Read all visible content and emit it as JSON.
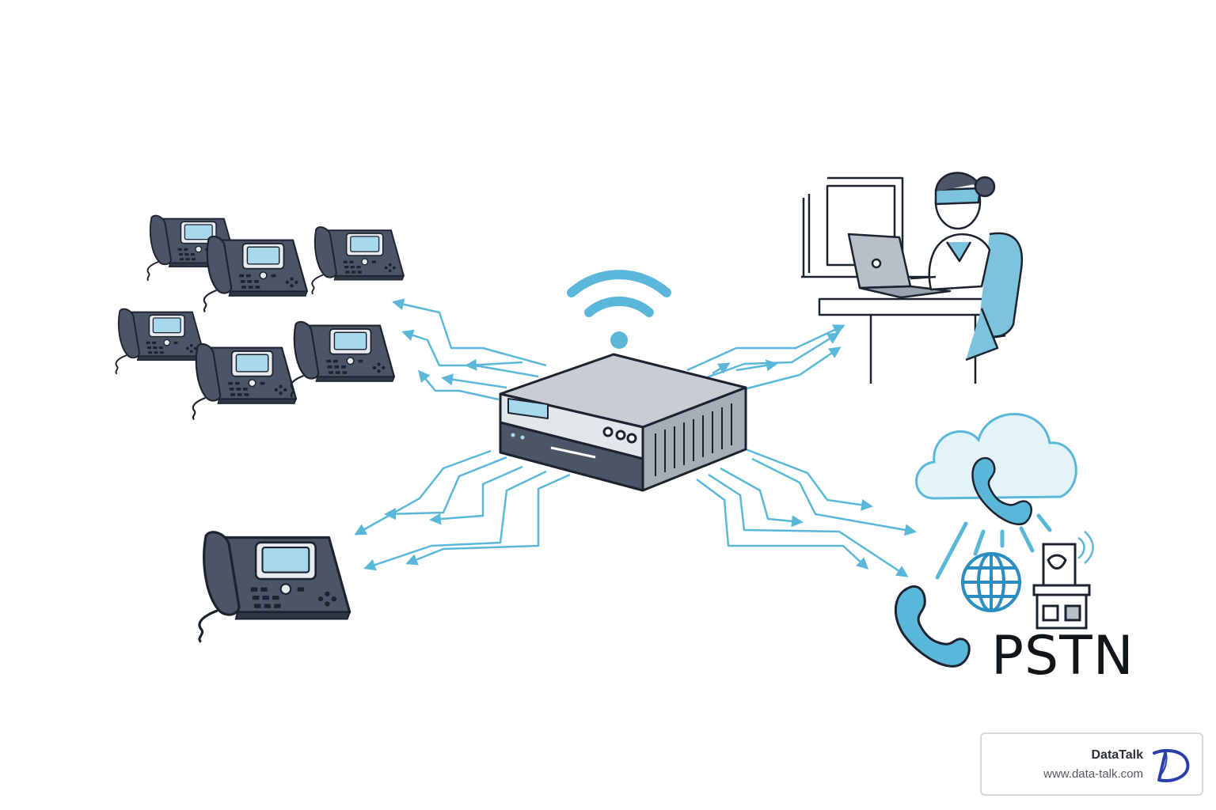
{
  "diagram": {
    "pstn_label": "PSTN"
  },
  "badge": {
    "brand": "DataTalk",
    "url": "www.data-talk.com"
  },
  "colors": {
    "accent": "#5bb7d9",
    "phone_body": "#4c5566",
    "outline": "#1c2230",
    "screen": "#a8d8ec",
    "chair": "#7ec3dd",
    "logo": "#2c3eaa"
  },
  "icons": [
    "desk-phone-icon",
    "wifi-icon",
    "server-icon",
    "remote-worker-icon",
    "cloud-phone-icon",
    "handset-icon",
    "globe-icon",
    "exchange-building-icon"
  ]
}
